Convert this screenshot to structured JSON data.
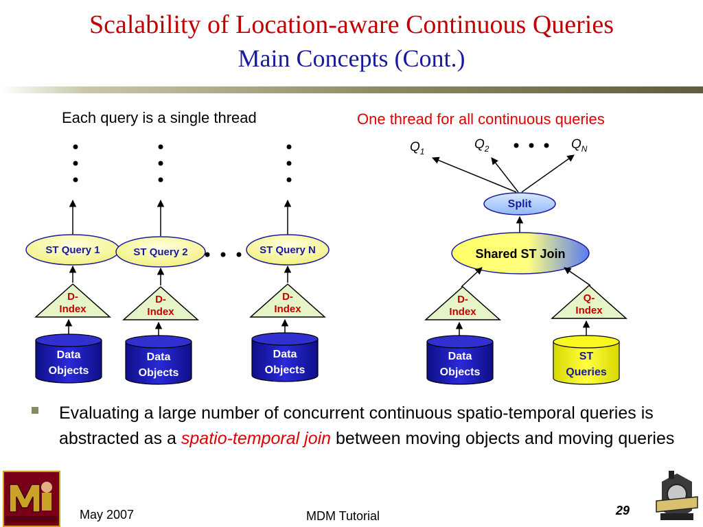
{
  "title": {
    "line1": "Scalability of Location-aware Continuous Queries",
    "line2": "Main Concepts (Cont.)"
  },
  "left_diagram": {
    "heading": "Each query is a single thread",
    "columns": [
      {
        "query": "ST Query 1",
        "index_line1": "D-",
        "index_line2": "Index",
        "store_line1": "Data",
        "store_line2": "Objects"
      },
      {
        "query": "ST Query 2",
        "index_line1": "D-",
        "index_line2": "Index",
        "store_line1": "Data",
        "store_line2": "Objects"
      },
      {
        "query": "ST Query N",
        "index_line1": "D-",
        "index_line2": "Index",
        "store_line1": "Data",
        "store_line2": "Objects"
      }
    ]
  },
  "right_diagram": {
    "heading": "One thread for all continuous queries",
    "outputs": {
      "q1": "Q",
      "q1_sub": "1",
      "q2": "Q",
      "q2_sub": "2",
      "qn": "Q",
      "qn_sub": "N"
    },
    "split": "Split",
    "join": "Shared ST Join",
    "d_index_line1": "D-",
    "d_index_line2": "Index",
    "q_index_line1": "Q-",
    "q_index_line2": "Index",
    "data_line1": "Data",
    "data_line2": "Objects",
    "queries_line1": "ST",
    "queries_line2": "Queries"
  },
  "bullet": {
    "before": "Evaluating a large number of concurrent continuous spatio-temporal queries is abstracted as a ",
    "emphasis": "spatio-temporal join",
    "after": " between moving objects and moving queries"
  },
  "footer": {
    "date": "May 2007",
    "center": "MDM Tutorial",
    "page": "29"
  },
  "logos": {
    "left": "University of Minnesota",
    "right": "Purdue"
  },
  "colors": {
    "title": "#c00000",
    "subtitle": "#1a1a9c",
    "accent_red": "#e00000",
    "node_blue": "#1a1a9c",
    "cylinder_yellow": "#f0f000",
    "triangle_green": "#e6f5c8"
  }
}
